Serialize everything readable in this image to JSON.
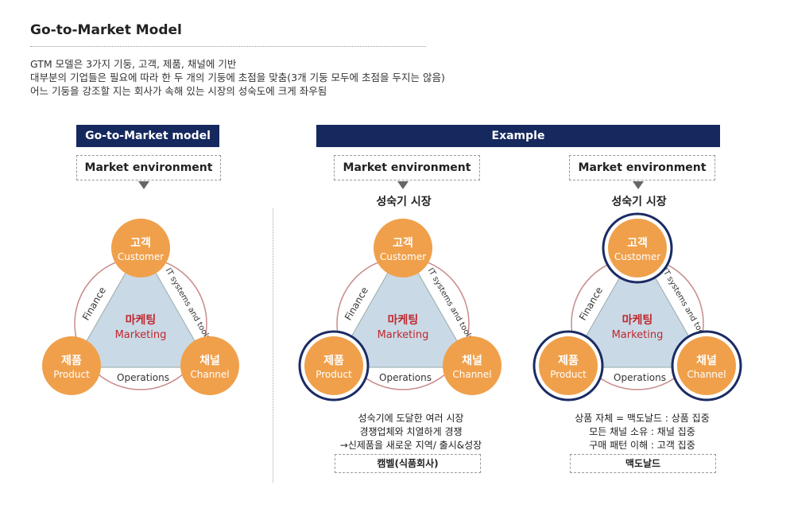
{
  "page": {
    "title": "Go-to-Market Model",
    "bullets": [
      "GTM 모델은 3가지 기둥, 고객, 제품, 채널에 기반",
      "대부분의 기업들은 필요에 따라 한 두 개의 기둥에 초점을 맞춤(3개 기둥 모두에 초점을 두지는 않음)",
      "어느 기둥을 강조할 지는 회사가 속해 있는 시장의 성숙도에 크게 좌우됨"
    ]
  },
  "model": {
    "header": "Go-to-Market model",
    "environment": "Market environment"
  },
  "example": {
    "header": "Example",
    "left": {
      "environment": "Market environment",
      "stage": "성숙기 시장",
      "description": [
        "성숙기에 도달한 여러 시장",
        "경쟁업체와 치열하게 경쟁",
        "→신제품을 새로운 지역/ 출시&성장"
      ],
      "company": "캠벨(식품회사)"
    },
    "right": {
      "environment": "Market environment",
      "stage": "성숙기 시장",
      "description": [
        "상품 자체 = 맥도날드 : 상품 집중",
        "모든 채널 소유 : 채널 집중",
        "구매 패턴 이해 : 고객 집중"
      ],
      "company": "맥도날드"
    }
  },
  "triangle": {
    "customer_kr": "고객",
    "customer_en": "Customer",
    "product_kr": "제품",
    "product_en": "Product",
    "channel_kr": "채널",
    "channel_en": "Channel",
    "center_kr": "마케팅",
    "center_en": "Marketing",
    "finance": "Finance",
    "it": "IT systems and tools",
    "operations": "Operations"
  },
  "colors": {
    "navy": "#16295f",
    "orange": "#f0a04b",
    "triangle_fill": "#c9d9e6",
    "ring": "#c98a8a",
    "marketing_red": "#c0272d",
    "highlight": "#1b2b63"
  },
  "highlights": {
    "model": [],
    "left": [
      "product"
    ],
    "right": [
      "customer",
      "product",
      "channel"
    ]
  }
}
